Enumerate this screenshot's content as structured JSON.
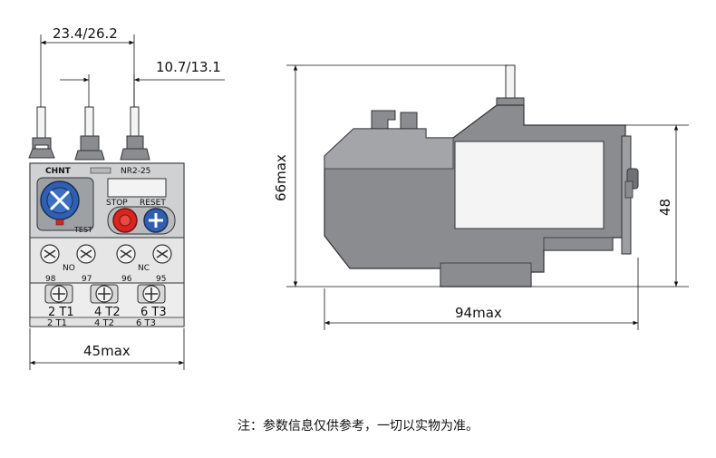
{
  "front_view": {
    "brand": "CHNT",
    "model": "NR2-25",
    "stop_label": "STOP",
    "reset_label": "RESET",
    "test_label": "TEST",
    "no_label": "NO",
    "nc_label": "NC",
    "aux_terminals": [
      "98",
      "97",
      "96",
      "95"
    ],
    "main_terminals": [
      "2  T1",
      "4  T2",
      "6  T3"
    ],
    "main_terminals_bottom": [
      "2 T1",
      "4 T2",
      "6 T3"
    ]
  },
  "dimensions": {
    "top_width": "23.4/26.2",
    "pin_spacing": "10.7/13.1",
    "front_width": "45max",
    "height": "66max",
    "side_width": "94max",
    "body_height": "48"
  },
  "note": "注：参数信息仅供参考，一切以实物为准。"
}
